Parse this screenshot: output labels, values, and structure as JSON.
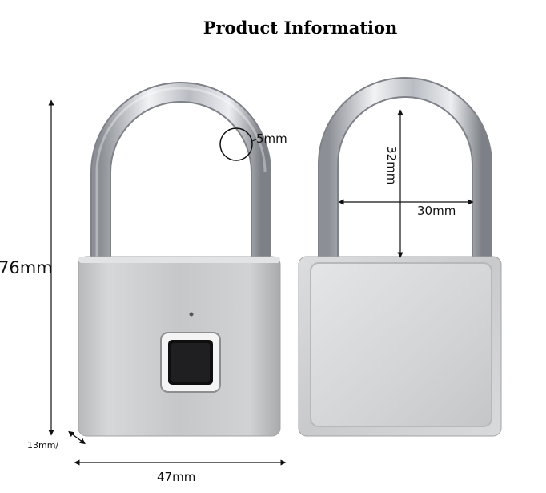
{
  "title": "Product Information",
  "dimensions": {
    "height": "76mm",
    "shackle_diameter": "5mm",
    "inner_width": "30mm",
    "inner_height": "32mm",
    "thickness": "13mm/",
    "width": "47mm"
  }
}
